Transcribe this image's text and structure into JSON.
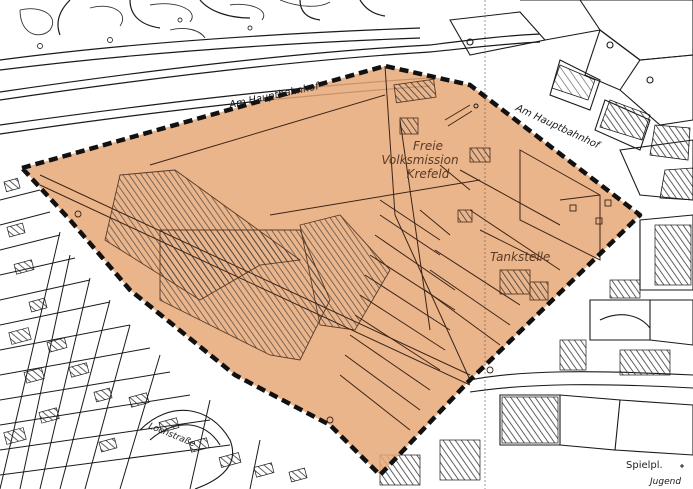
{
  "map": {
    "colors": {
      "background": "#ffffff",
      "plan_area_fill": "#e8a878",
      "plan_border": "#111111",
      "linework": "#1a1a1a",
      "hatch": "#3a3a3a"
    },
    "labels": {
      "street_top_left": "Am Hauptbahnhof",
      "street_top_right": "Am Hauptbahnhof",
      "street_bottom_left": "Lochstraße",
      "mission_line1": "Freie",
      "mission_line2": "Volksmission",
      "mission_line3": "Krefeld",
      "gas_station": "Tankstelle",
      "playground": "Spielpl.",
      "youth": "Jugend"
    }
  }
}
